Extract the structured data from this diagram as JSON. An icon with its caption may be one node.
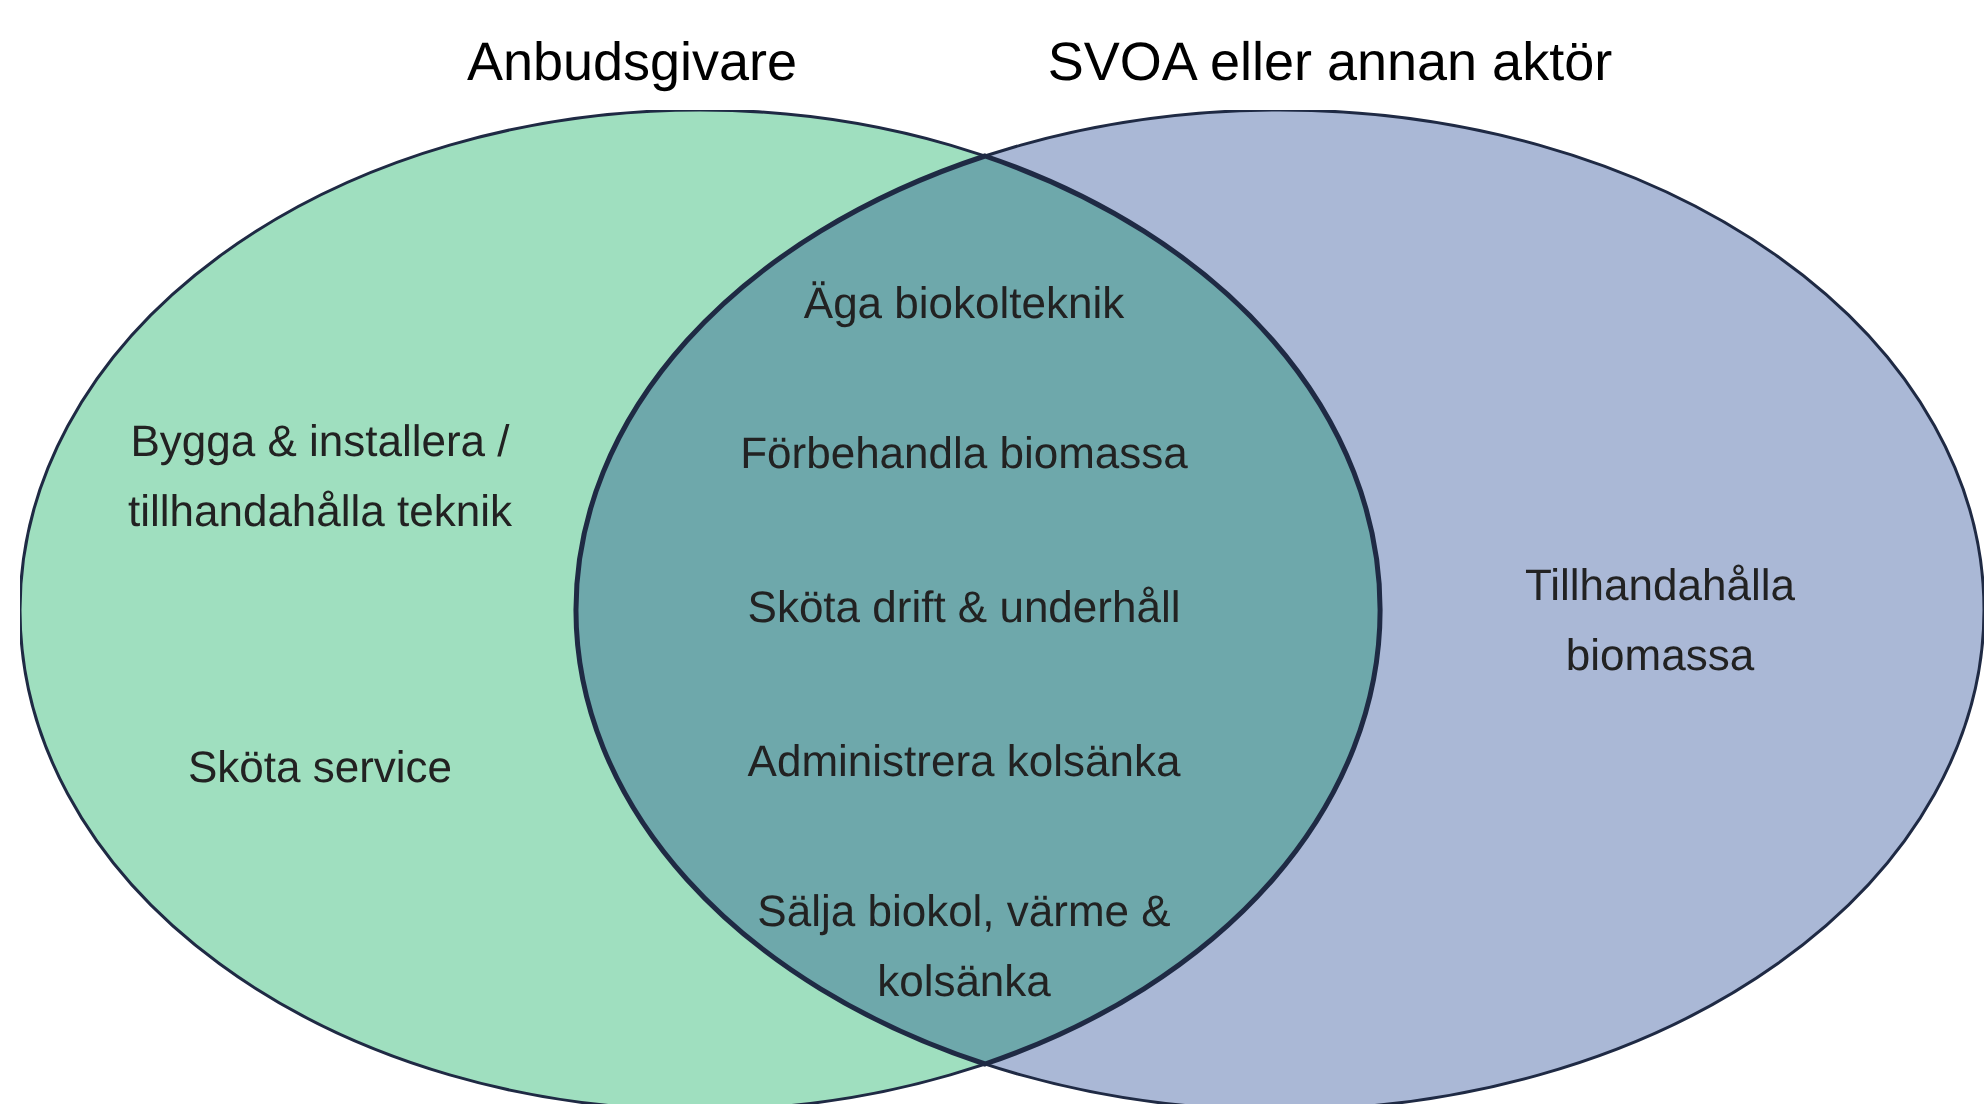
{
  "diagram": {
    "nodes": [
      {
        "text": [
          "Anbudsgivare",
          "Bygga & installera / tillhandahålla teknik",
          "Sköta service"
        ]
      },
      {
        "text": [
          "SVOA eller annan aktör",
          "Tillhandahålla biomassa"
        ]
      },
      {
        "text": [
          "Äga biokolteknik",
          "Förbehandla biomassa",
          "Sköta drift & underhåll",
          "Administrera kolsänka",
          "Sälja biokol, värme & kolsänka"
        ]
      }
    ]
  }
}
